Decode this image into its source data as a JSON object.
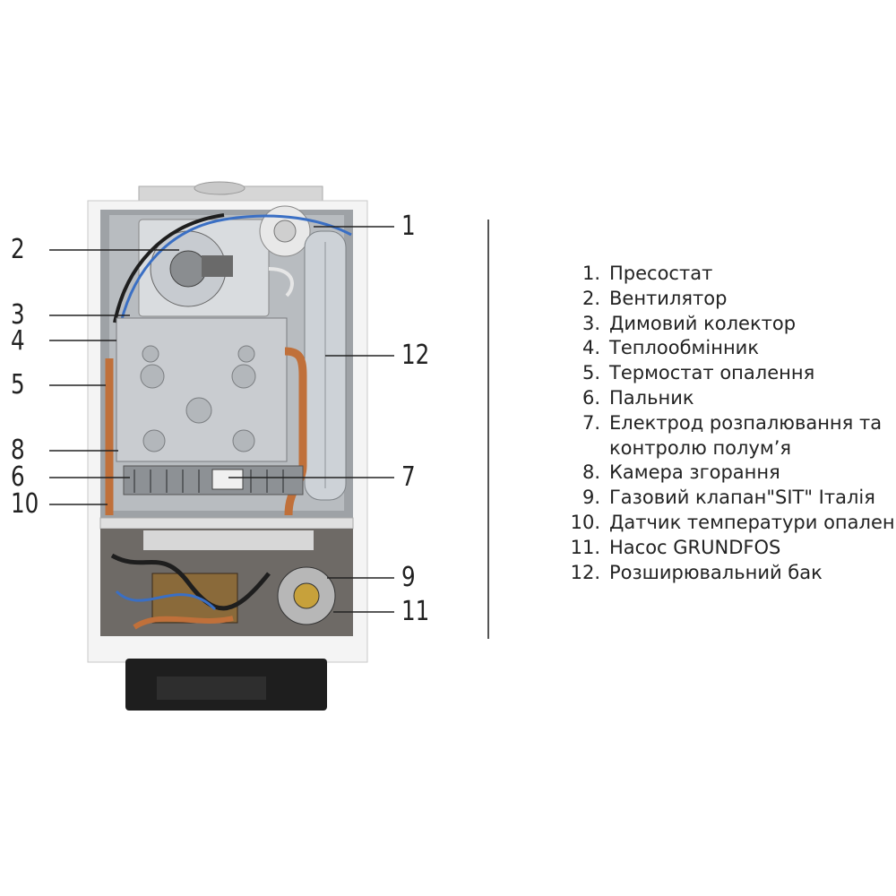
{
  "callouts": [
    {
      "number": "1"
    },
    {
      "number": "2"
    },
    {
      "number": "3"
    },
    {
      "number": "4"
    },
    {
      "number": "5"
    },
    {
      "number": "8"
    },
    {
      "number": "6"
    },
    {
      "number": "10"
    },
    {
      "number": "12"
    },
    {
      "number": "7"
    },
    {
      "number": "9"
    },
    {
      "number": "11"
    }
  ],
  "legend": {
    "items": [
      {
        "num": "1.",
        "label": "Пресостат"
      },
      {
        "num": "2.",
        "label": "Вентилятор"
      },
      {
        "num": "3.",
        "label": "Димовий колектор"
      },
      {
        "num": "4.",
        "label": "Теплообмінник"
      },
      {
        "num": "5.",
        "label": "Термостат опалення"
      },
      {
        "num": "6.",
        "label": "Пальник"
      },
      {
        "num": "7.",
        "label": "Електрод розпалювання та",
        "label_cont": "контролю полум’я"
      },
      {
        "num": "8.",
        "label": "Камера згорання"
      },
      {
        "num": "9.",
        "label": "Газовий клапан\"SIT\" Італія"
      },
      {
        "num": "10.",
        "label": "Датчик температури опалення"
      },
      {
        "num": "11.",
        "label": "Насос GRUNDFOS"
      },
      {
        "num": "12.",
        "label": "Розширювальний бак"
      }
    ]
  },
  "colors": {
    "casing": "#f2f2f2",
    "panel": "#bfc3c8",
    "copper": "#c0703a",
    "wire_blue": "#3a6fc4",
    "dark": "#1e1e1e"
  }
}
